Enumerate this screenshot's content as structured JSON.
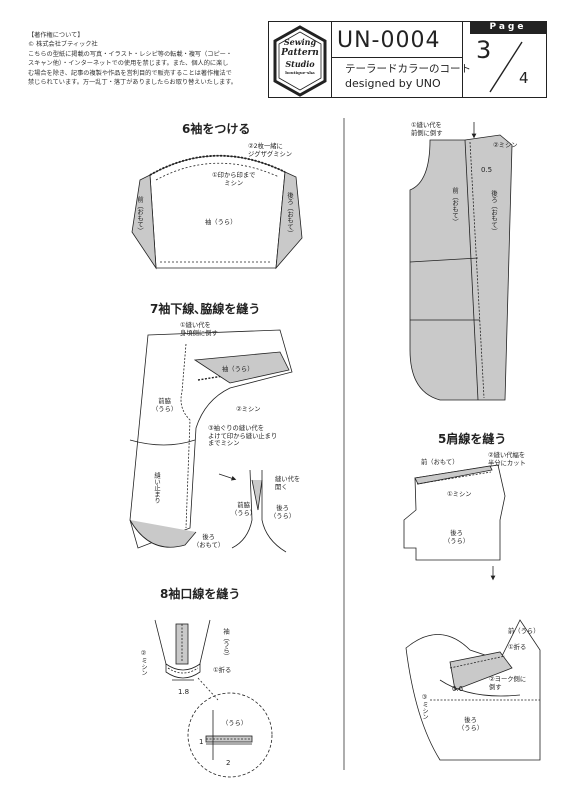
{
  "header": {
    "copyright_lines": [
      "【著作権について】",
      "© 株式会社ブティック社",
      "こちらの型紙に掲載の写真・イラスト・レシピ等の転載・複写（コピー・",
      "スキャン他）・インターネットでの使用を禁じます。また、個人的に楽し",
      "む場合を除き、記事の複製や作品を営利目的で販売することは著作権法で",
      "禁じられています。万一乱丁・落丁がありましたらお取り替えいたします。"
    ],
    "logo_lines": [
      "Sewing",
      "Pattern",
      "Studio"
    ],
    "logo_small": "boutique-sha",
    "code": "UN-0004",
    "title": "テーラードカラーのコート",
    "designed_by": "designed by UNO",
    "page_label": "Page",
    "page_number": "3",
    "page_total": "4"
  },
  "steps": {
    "s6": {
      "title": "6袖をつける",
      "labels": {
        "zigzag": "②2枚一緒に\nジグザグミシン",
        "mishin1": "①印から印まで\nミシン",
        "sleeve": "袖（うら）",
        "front": "前（おもて）",
        "back": "後ろ（おもて）"
      }
    },
    "s7": {
      "title": "7袖下線､脇線を縫う",
      "labels": {
        "seam_allowance": "①縫い代を\n身頃側に倒す",
        "sleeve": "袖（うら）",
        "front_side": "前脇\n（うら）",
        "mishin2": "②ミシン",
        "armhole": "③袖ぐりの縫い代を\nよけて印から縫い止まり\nまでミシン",
        "stop": "縫い止まり",
        "open": "縫い代を\n開く",
        "front_side2": "前脇\n（うら）",
        "back2": "後ろ\n（うら）",
        "back": "後ろ\n（おもて）"
      }
    },
    "s8": {
      "title": "8袖口線を縫う",
      "labels": {
        "sleeve": "袖（うら）",
        "mishin2": "②ミシン",
        "fold": "①折る",
        "dim1": "1.8",
        "ura": "（うら）",
        "dim2": "1",
        "dim3": "2"
      }
    },
    "right_top": {
      "labels": {
        "fold_front": "①縫い代を\n前側に倒す",
        "mishin2": "②ミシン",
        "dim": "0.5",
        "front": "前（おもて）",
        "back": "後ろ（おもて）"
      }
    },
    "s5": {
      "title": "5肩線を縫う",
      "labels": {
        "front": "前（おもて）",
        "cut": "②縫い代幅を\n半分にカット",
        "mishin1": "①ミシン",
        "back": "後ろ\n（うら）",
        "front_ura": "前（うら）",
        "fold": "①折る",
        "yoke": "②ヨーク側に\n倒す",
        "dim": "0.6",
        "mishin3": "③ミシン",
        "back2": "後ろ\n（うら）"
      }
    }
  }
}
